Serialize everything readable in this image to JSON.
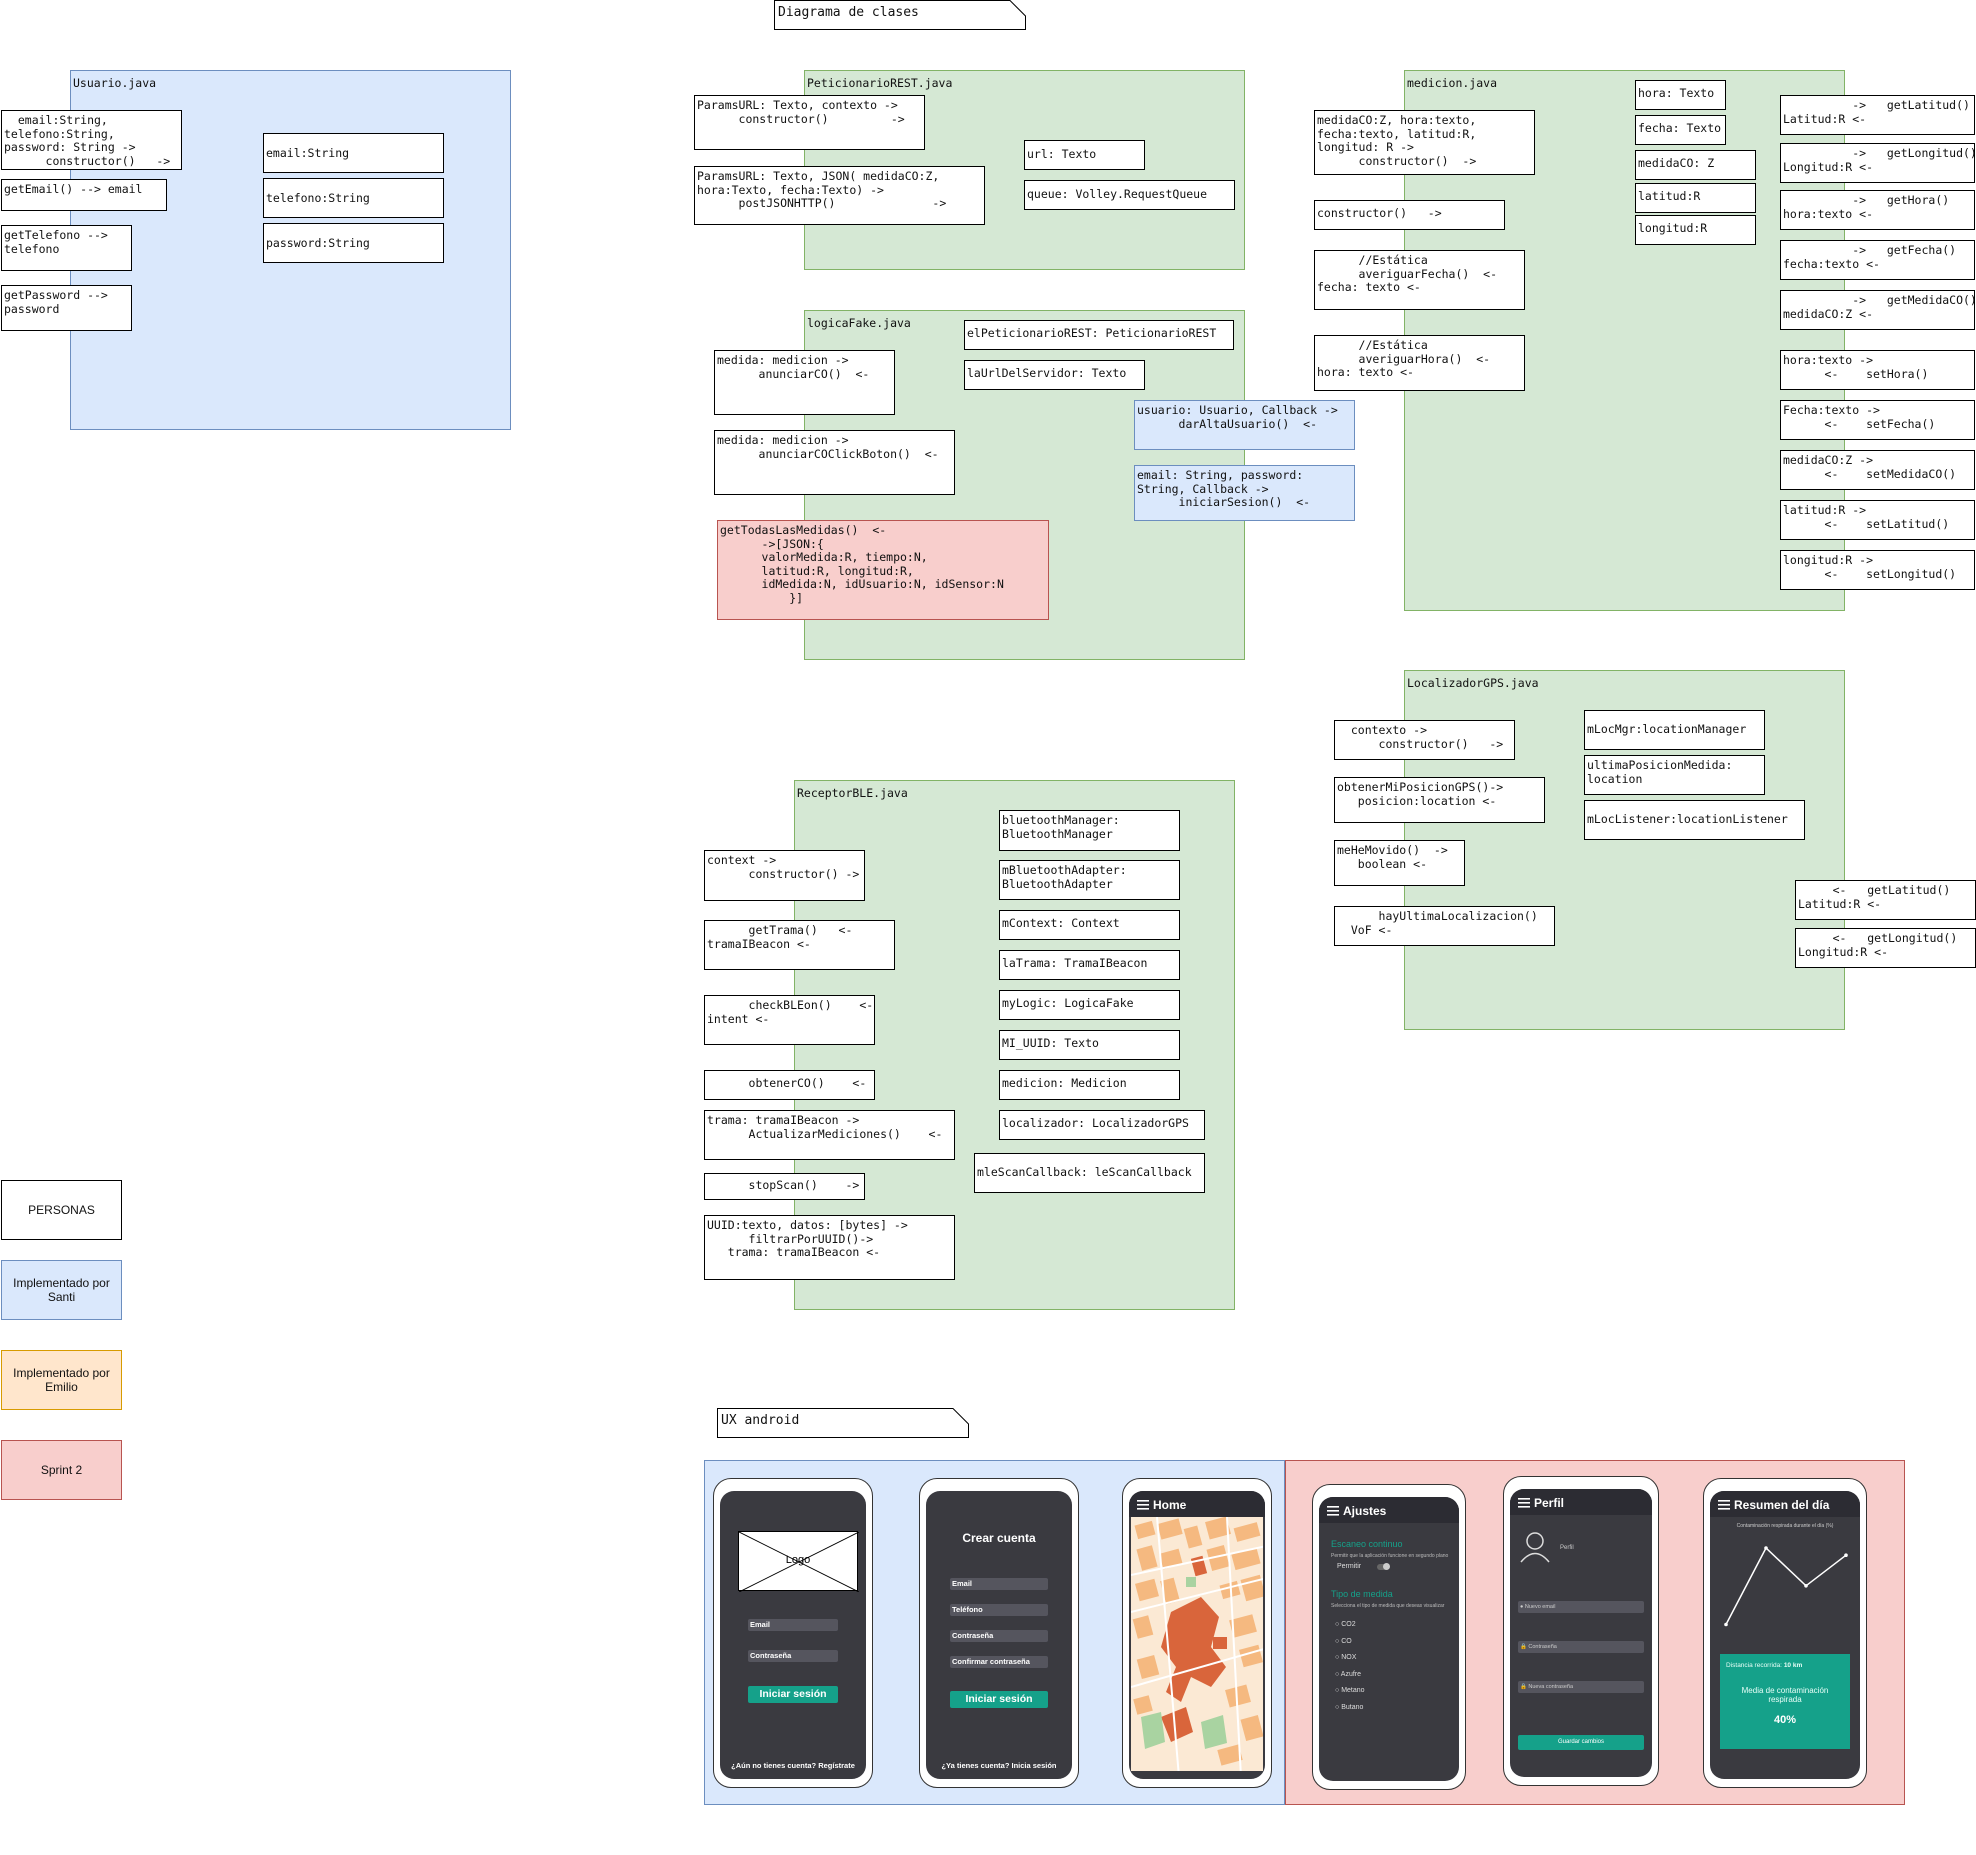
{
  "titles": {
    "class_diagram": "Diagrama de clases",
    "ux_android": "UX android"
  },
  "usuario": {
    "title": "Usuario.java",
    "constructor": "  email:String,\ntelefono:String,\npassword: String ->\n      constructor()   ->",
    "get_email": "getEmail() --> email",
    "get_telefono": "getTelefono -->\ntelefono",
    "get_password": "getPassword -->\npassword",
    "email": "email:String",
    "telefono": "telefono:String",
    "password": "password:String"
  },
  "peticionario": {
    "title": "PeticionarioREST.java",
    "constructor": "ParamsURL: Texto, contexto ->\n      constructor()         ->",
    "post": "ParamsURL: Texto, JSON( medidaCO:Z,\nhora:Texto, fecha:Texto) ->\n      postJSONHTTP()              ->",
    "url": "url: Texto",
    "queue": "queue: Volley.RequestQueue"
  },
  "logica": {
    "title": "logicaFake.java",
    "peticionario": "elPeticionarioREST: PeticionarioREST",
    "url_servidor": "laUrlDelServidor: Texto",
    "anunciar": "medida: medicion ->\n      anunciarCO()  <-",
    "anunciar_click": "medida: medicion ->\n      anunciarCOClickBoton()  <-",
    "get_todas": "getTodasLasMedidas()  <-\n      ->[JSON:{\n      valorMedida:R, tiempo:N,\n      latitud:R, longitud:R,\n      idMedida:N, idUsuario:N, idSensor:N\n          }]",
    "dar_alta": "usuario: Usuario, Callback ->\n      darAltaUsuario()  <-",
    "iniciar_sesion": "email: String, password:\nString, Callback ->\n      iniciarSesion()  <-"
  },
  "medicion": {
    "title": "medicion.java",
    "constructor_full": "medidaCO:Z, hora:texto,\nfecha:texto, latitud:R,\nlongitud: R ->\n      constructor()  ->",
    "constructor_empty": "constructor()   ->",
    "averiguar_fecha": "      //Estática\n      averiguarFecha()  <-\nfecha: texto <-",
    "averiguar_hora": "      //Estática\n      averiguarHora()  <-\nhora: texto <-",
    "attrs": [
      "hora: Texto",
      "fecha: Texto",
      "medidaCO: Z",
      "latitud:R",
      "longitud:R"
    ],
    "methods": [
      "          ->   getLatitud()\nLatitud:R <-",
      "          ->   getLongitud()\nLongitud:R <-",
      "          ->   getHora()\nhora:texto <-",
      "          ->   getFecha()\nfecha:texto <-",
      "          ->   getMedidaCO()\nmedidaCO:Z <-",
      "hora:texto ->\n      <-    setHora()",
      "Fecha:texto ->\n      <-    setFecha()",
      "medidaCO:Z ->\n      <-    setMedidaCO()",
      "latitud:R ->\n      <-    setLatitud()",
      "longitud:R ->\n      <-    setLongitud()"
    ]
  },
  "localizador": {
    "title": "LocalizadorGPS.java",
    "constructor": "  contexto ->\n      constructor()   ->",
    "obtener": "obtenerMiPosicionGPS()->\n   posicion:location <-",
    "movido": "meHeMovido()  ->\n   boolean <-",
    "hay_ultima": "      hayUltimaLocalizacion()\n  VoF <-",
    "loc_mgr": "mLocMgr:locationManager",
    "ultima_posicion": "ultimaPosicionMedida:\nlocation",
    "loc_listener": "mLocListener:locationListener",
    "get_latitud": "     <-   getLatitud()\nLatitud:R <-",
    "get_longitud": "     <-   getLongitud()\nLongitud:R <-"
  },
  "receptor": {
    "title": "ReceptorBLE.java",
    "constructor": "context ->\n      constructor() ->",
    "get_trama": "      getTrama()   <-\ntramaIBeacon <-",
    "check_ble": "      checkBLEon()    <-\nintent <-",
    "obtener_co": "      obtenerCO()    <-",
    "actualizar": "trama: tramaIBeacon ->\n      ActualizarMediciones()    <-",
    "stop_scan": "      stopScan()    ->",
    "filtrar": "UUID:texto, datos: [bytes] ->\n      filtrarPorUUID()->\n   trama: tramaIBeacon <-",
    "attrs": [
      "bluetoothManager:\nBluetoothManager",
      "mBluetoothAdapter:\nBluetoothAdapter",
      "mContext: Context",
      "laTrama: TramaIBeacon",
      "myLogic: LogicaFake",
      "MI_UUID: Texto",
      "medicion: Medicion",
      "localizador: LocalizadorGPS",
      "mleScanCallback: leScanCallback"
    ]
  },
  "legend": {
    "personas": "PERSONAS",
    "santi": "Implementado por Santi",
    "emilio": "Implementado por Emilio",
    "sprint2": "Sprint 2"
  },
  "phones": {
    "login": {
      "logo": "Logo",
      "email": "Email",
      "password": "Contraseña",
      "button": "Iniciar sesión",
      "footer": "¿Aún no tienes cuenta? Regístrate"
    },
    "register": {
      "title": "Crear cuenta",
      "email": "Email",
      "phone": "Teléfono",
      "password": "Contraseña",
      "confirm": "Confirmar contraseña",
      "button": "Iniciar sesión",
      "footer": "¿Ya tienes cuenta? Inicia sesión"
    },
    "home": {
      "title": "Home"
    },
    "settings": {
      "title": "Ajustes",
      "section1": "Escaneo continuo",
      "section1_desc": "Permitir que la aplicación funcione en segundo plano",
      "toggle": "Permitir",
      "section2": "Tipo de medida",
      "section2_desc": "Selecciona el tipo de medida que deseas visualizar",
      "options": [
        "CO2",
        "CO",
        "NOX",
        "Azufre",
        "Metano",
        "Butano"
      ]
    },
    "profile": {
      "title": "Perfil",
      "label": "Perfil",
      "email": "Nuevo email",
      "password": "Contraseña",
      "new_password": "Nueva contraseña",
      "button": "Guardar cambios"
    },
    "summary": {
      "title": "Resumen del día",
      "subtitle": "Contaminación respirada durante el día (%)",
      "distance_label": "Distancia recorrida:",
      "distance_value": "10 km",
      "contam_label": "Media de contaminación respirada",
      "contam_value": "40%",
      "chart_values": [
        5,
        90,
        48,
        82
      ]
    }
  },
  "colors": {
    "green_fill": "#d5e8d4",
    "green_border": "#82b366",
    "blue_fill": "#dae8fc",
    "blue_border": "#6c8ebf",
    "red_fill": "#f8cecc",
    "red_border": "#b85450",
    "orange_fill": "#ffe6cc",
    "orange_border": "#d79b00",
    "accent": "#15a18a",
    "phone_screen": "#3a3a40"
  }
}
